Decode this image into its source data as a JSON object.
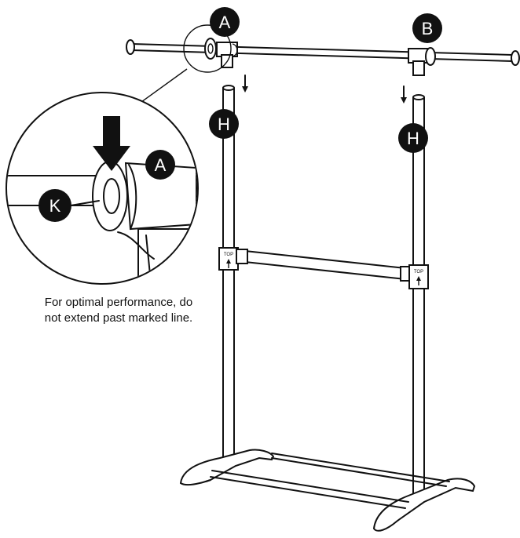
{
  "labels": {
    "a": "A",
    "b": "B",
    "h": "H",
    "k": "K",
    "top": "TOP"
  },
  "note": {
    "line1": "For optimal performance, do",
    "line2": "not extend past marked line."
  }
}
